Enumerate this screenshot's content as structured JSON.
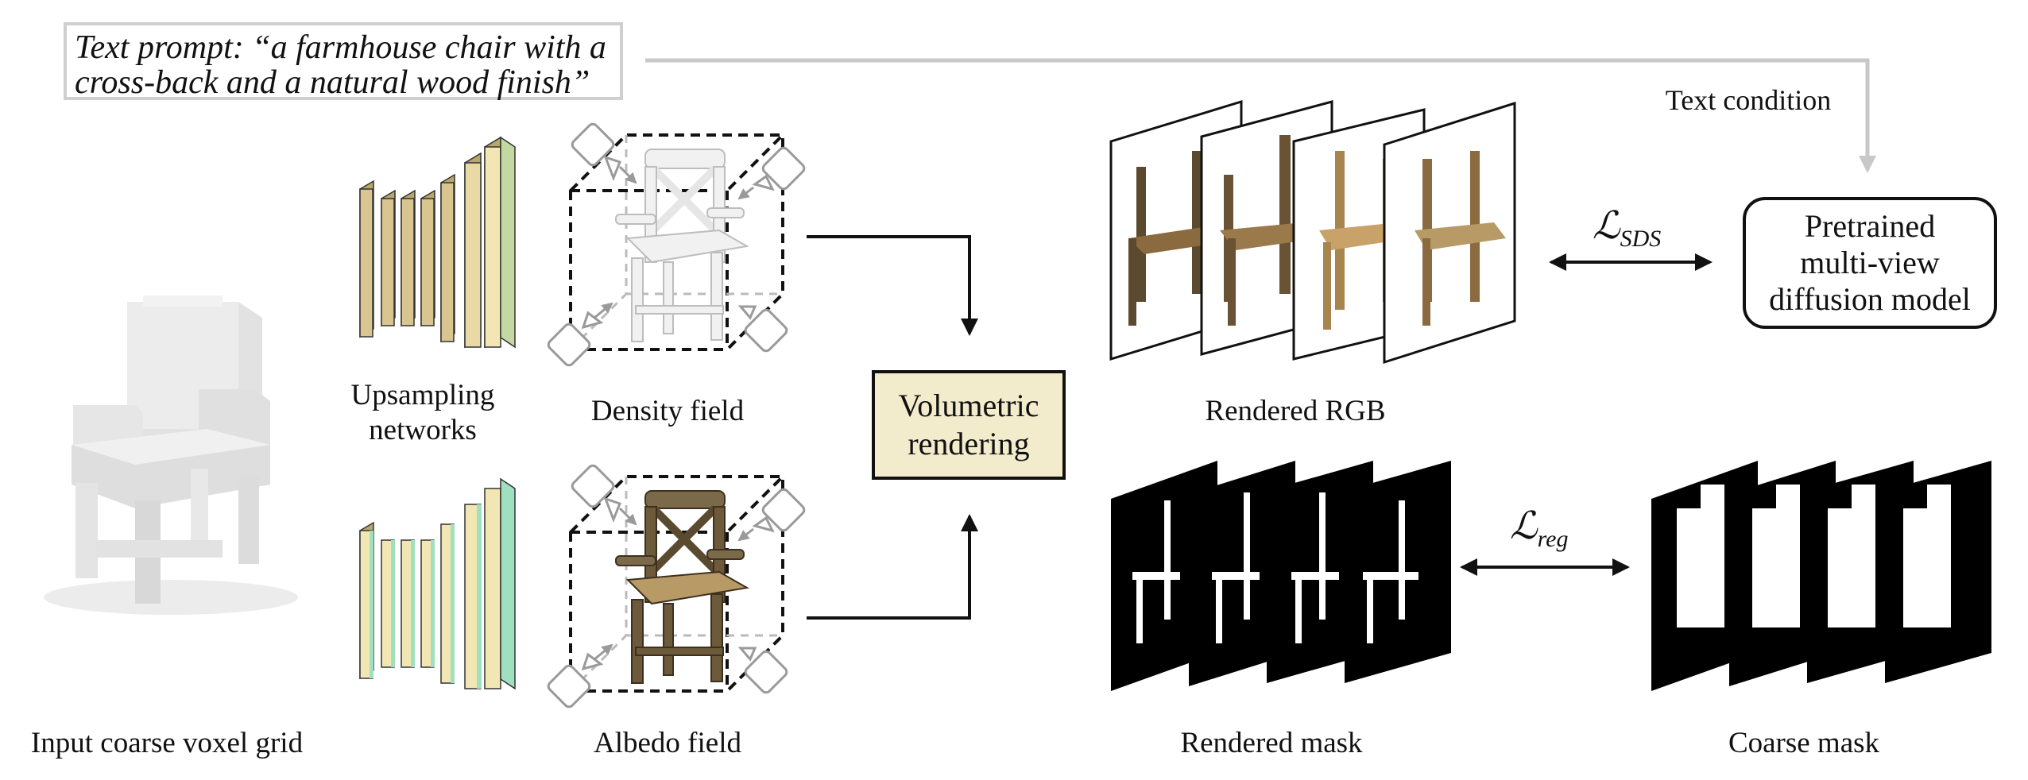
{
  "prompt": {
    "line1": "Text prompt: “a farmhouse chair with a",
    "line2": "cross-back and a natural wood finish”"
  },
  "labels": {
    "text_condition": "Text condition",
    "upsampling_line1": "Upsampling",
    "upsampling_line2": "networks",
    "density_field": "Density field",
    "albedo_field": "Albedo field",
    "input_voxel": "Input coarse voxel grid",
    "rendered_rgb": "Rendered RGB",
    "rendered_mask": "Rendered mask",
    "coarse_mask": "Coarse mask"
  },
  "volumetric": {
    "line1": "Volumetric",
    "line2": "rendering"
  },
  "diffusion": {
    "line1": "Pretrained",
    "line2": "multi-view",
    "line3": "diffusion model"
  },
  "losses": {
    "sds_symbol": "ℒ",
    "sds_sub": "SDS",
    "reg_symbol": "ℒ",
    "reg_sub": "reg"
  },
  "colors": {
    "network_tan": "#d9c58f",
    "network_cream": "#f2e7b4",
    "network_mint": "#9fe0c0",
    "box_fill": "#f3eccc",
    "arrow_gray": "#c8c8c8",
    "wood": "#8a6a3e"
  }
}
